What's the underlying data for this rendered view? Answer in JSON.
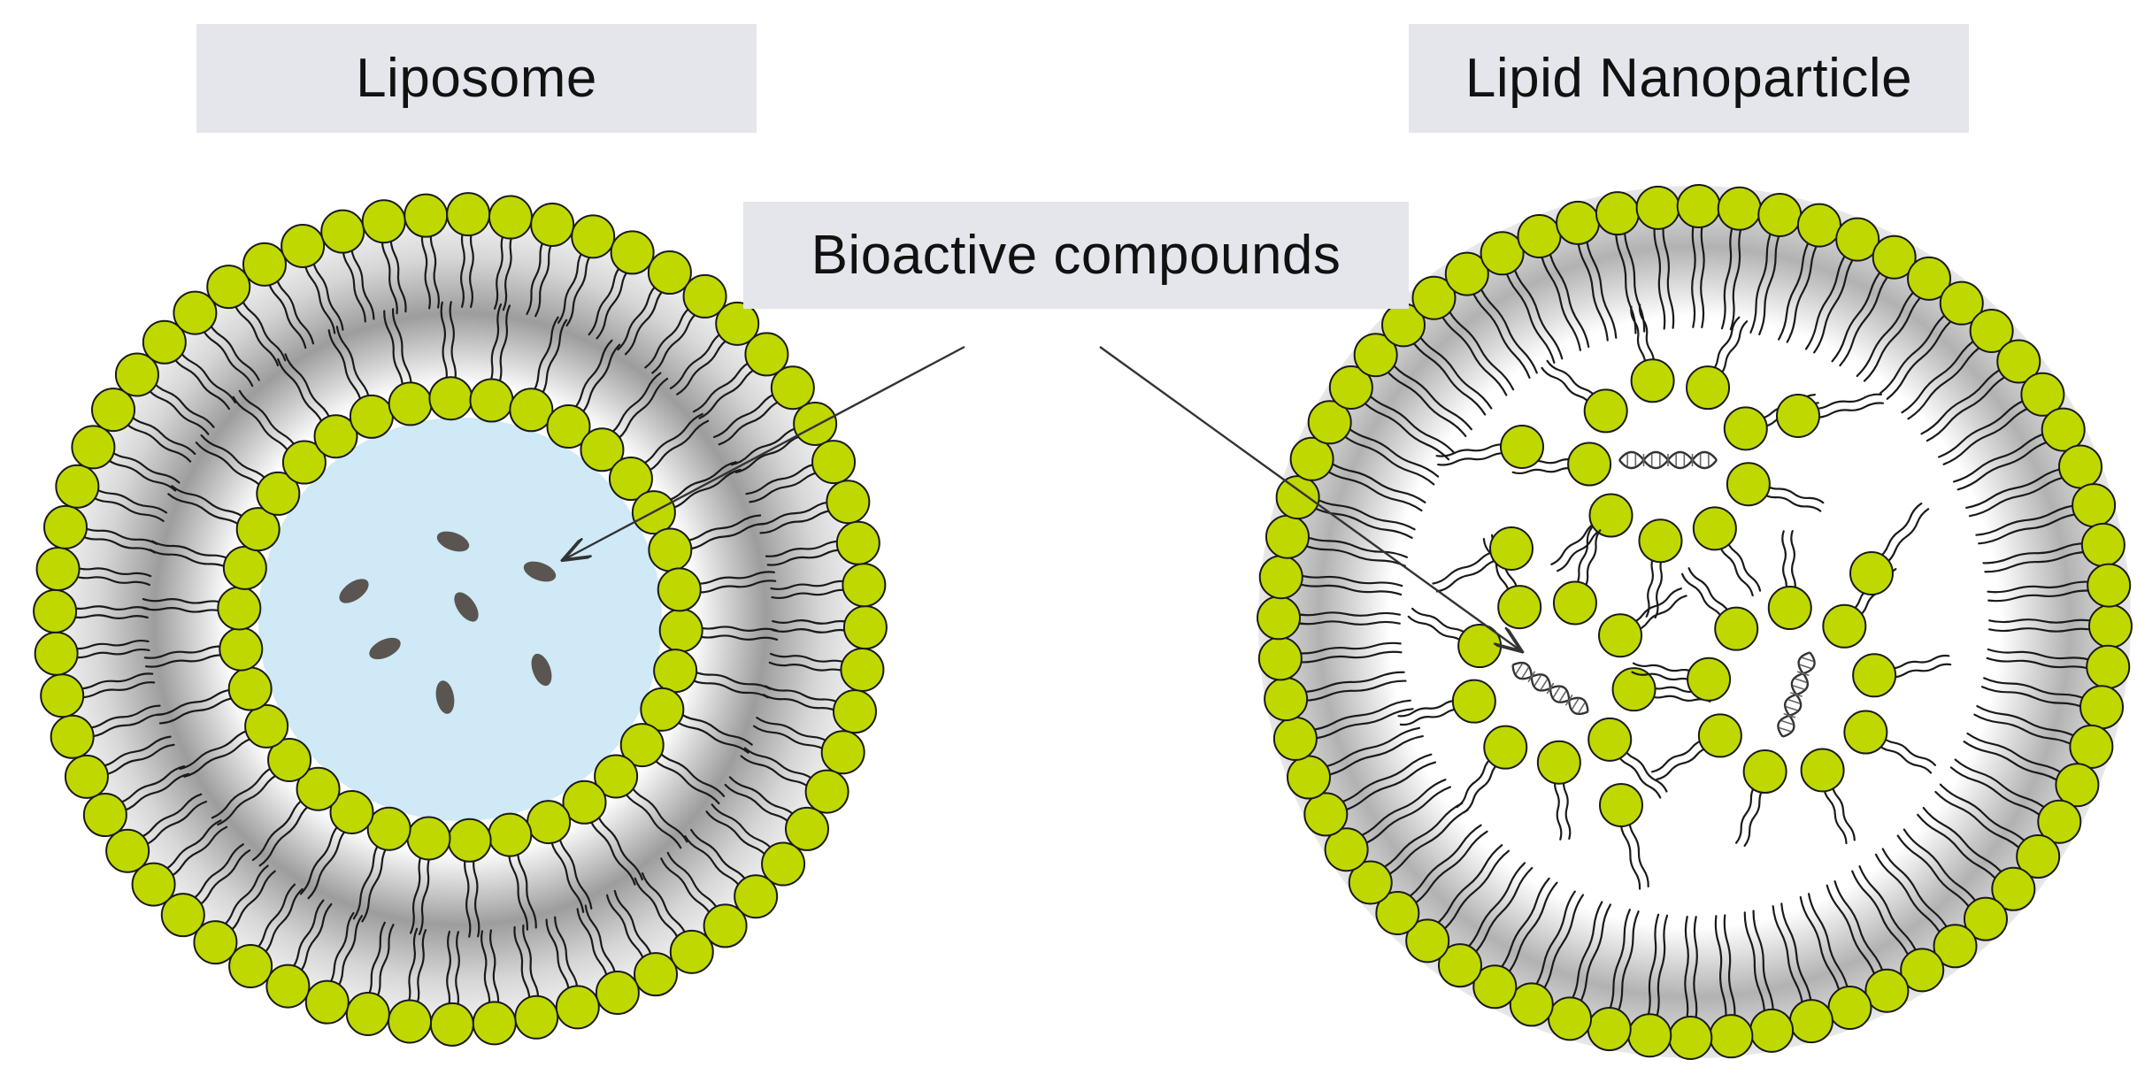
{
  "labels": {
    "liposome": "Liposome",
    "lipid_nanoparticle": "Lipid Nanoparticle",
    "bioactive_compounds": "Bioactive compounds"
  },
  "colors": {
    "lipid_head": "#bfd800",
    "lipid_head_outline": "#1a1a1a",
    "lipid_tail": "#1a1a1a",
    "liposome_core": "#cfe9f6",
    "membrane_shade": "#b9b9b9",
    "cargo": "#5a5550",
    "label_bg": "#e4e6ec",
    "arrow": "#333333"
  },
  "icons": {
    "cargo_liposome": "drug-molecule-icon",
    "cargo_lnp": "dna-icon"
  }
}
